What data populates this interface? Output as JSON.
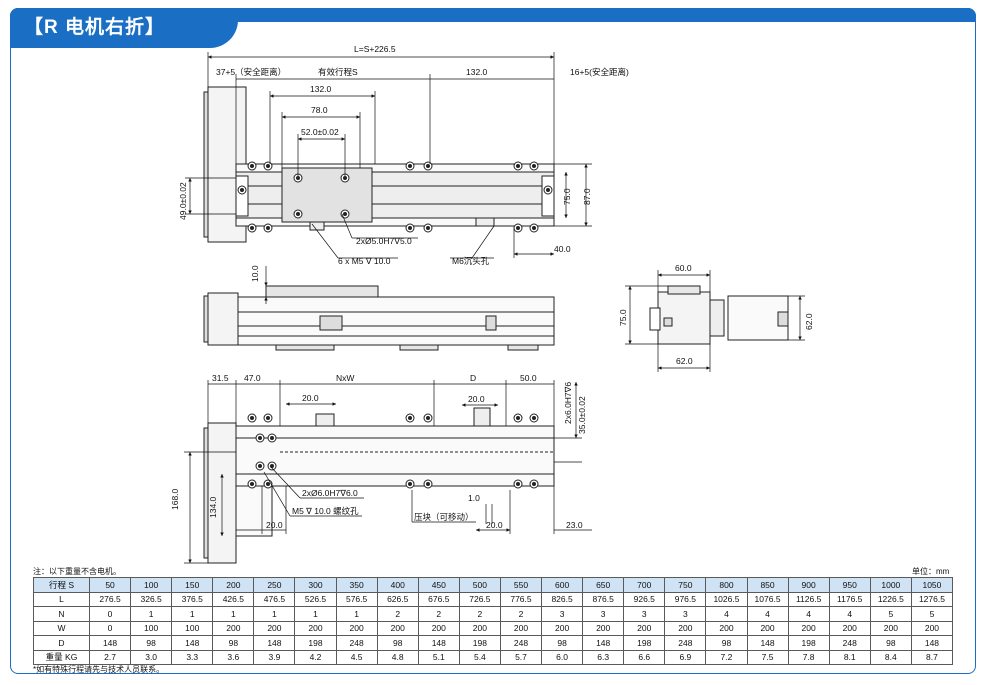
{
  "title": "【R 电机右折】",
  "dims": {
    "total_len": "L=S+226.5",
    "safe_left": "37+5（安全距离）",
    "stroke": "有效行程S",
    "d132a": "132.0",
    "safe_right": "16+5(安全距离)",
    "d132b": "132.0",
    "d78": "78.0",
    "d52": "52.0±0.02",
    "d49": "49.0±0.02",
    "d75a": "75.0",
    "d87": "87.0",
    "d40": "40.0",
    "pin_hole": "2xØ5.0H7∇5.0",
    "tap_hole": "6 x M5 ∇ 10.0",
    "m6": "M6沉头孔",
    "d10": "10.0",
    "d60": "60.0",
    "d75b": "75.0",
    "d62a": "62.0",
    "d62b": "62.0",
    "d315": "31.5",
    "d47": "47.0",
    "nxw": "NxW",
    "dd": "D",
    "d50": "50.0",
    "d20a": "20.0",
    "d20b": "20.0",
    "pin2": "2x6.0H7∇6",
    "d35": "35.0±0.02",
    "d168": "168.0",
    "d134": "134.0",
    "pin3": "2xØ6.0H7∇6.0",
    "m5": "M5 ∇ 10.0 螺纹孔",
    "d20c": "20.0",
    "clamp": "压块（可移动）",
    "d20d": "20.0",
    "d23": "23.0",
    "d1": "1.0"
  },
  "notes": {
    "top_left": "注：以下重量不含电机。",
    "unit": "单位：mm",
    "footer": "*如有特殊行程请先与技术人员联系。"
  },
  "table": {
    "headers": [
      "行程 S",
      "50",
      "100",
      "150",
      "200",
      "250",
      "300",
      "350",
      "400",
      "450",
      "500",
      "550",
      "600",
      "650",
      "700",
      "750",
      "800",
      "850",
      "900",
      "950",
      "1000",
      "1050"
    ],
    "rows": [
      [
        "L",
        "276.5",
        "326.5",
        "376.5",
        "426.5",
        "476.5",
        "526.5",
        "576.5",
        "626.5",
        "676.5",
        "726.5",
        "776.5",
        "826.5",
        "876.5",
        "926.5",
        "976.5",
        "1026.5",
        "1076.5",
        "1126.5",
        "1176.5",
        "1226.5",
        "1276.5"
      ],
      [
        "N",
        "0",
        "1",
        "1",
        "1",
        "1",
        "1",
        "1",
        "2",
        "2",
        "2",
        "2",
        "3",
        "3",
        "3",
        "3",
        "4",
        "4",
        "4",
        "4",
        "5",
        "5"
      ],
      [
        "W",
        "0",
        "100",
        "100",
        "200",
        "200",
        "200",
        "200",
        "200",
        "200",
        "200",
        "200",
        "200",
        "200",
        "200",
        "200",
        "200",
        "200",
        "200",
        "200",
        "200",
        "200"
      ],
      [
        "D",
        "148",
        "98",
        "148",
        "98",
        "148",
        "198",
        "248",
        "98",
        "148",
        "198",
        "248",
        "98",
        "148",
        "198",
        "248",
        "98",
        "148",
        "198",
        "248",
        "98",
        "148"
      ],
      [
        "重量 KG",
        "2.7",
        "3.0",
        "3.3",
        "3.6",
        "3.9",
        "4.2",
        "4.5",
        "4.8",
        "5.1",
        "5.4",
        "5.7",
        "6.0",
        "6.3",
        "6.6",
        "6.9",
        "7.2",
        "7.5",
        "7.8",
        "8.1",
        "8.4",
        "8.7"
      ]
    ]
  },
  "colors": {
    "brand": "#1a6fc4",
    "table_header": "#cfe3f5"
  }
}
